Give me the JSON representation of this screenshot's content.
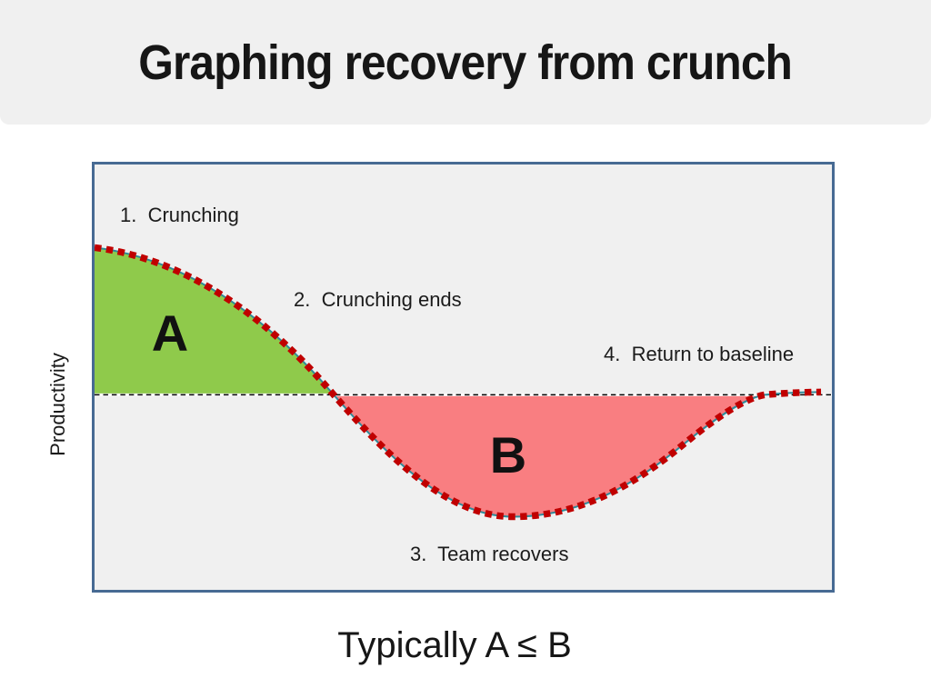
{
  "slide": {
    "title": "Graphing recovery from crunch",
    "caption": "Typically A ≤ B"
  },
  "chart": {
    "y_axis_label": "Productivity",
    "annotations": {
      "crunching": "1.  Crunching",
      "crunching_ends": "2.  Crunching ends",
      "team_recovers": "3.  Team recovers",
      "return_to_baseline": "4.  Return to baseline"
    },
    "region_labels": {
      "above": "A",
      "below": "B"
    },
    "colors": {
      "area_above": "#8fca4b",
      "area_below": "#f97e81",
      "curve_dash": "#c00000",
      "curve_underline": "#2e8b9a",
      "baseline": "#000000",
      "baseline_underlay": "#ffffff",
      "frame_border": "#476a93",
      "plot_background": "#f0f0f0",
      "band_background": "#f0f0f0"
    }
  },
  "chart_data": {
    "type": "area",
    "title": "Graphing recovery from crunch",
    "xlabel": "",
    "ylabel": "Productivity",
    "baseline": 0,
    "grid": false,
    "legend": false,
    "x": [
      0,
      1,
      2,
      3,
      3.3,
      4,
      5,
      5.7,
      7,
      8,
      9,
      9.8
    ],
    "y": [
      1.0,
      0.93,
      0.7,
      0.22,
      0,
      -0.45,
      -0.78,
      -0.82,
      -0.55,
      -0.25,
      -0.01,
      0.02
    ],
    "regions": [
      {
        "label": "A",
        "position": "above baseline",
        "color": "#8fca4b"
      },
      {
        "label": "B",
        "position": "below baseline",
        "color": "#f97e81"
      }
    ],
    "annotations": [
      "1.  Crunching",
      "2.  Crunching ends",
      "3.  Team recovers",
      "4.  Return to baseline"
    ],
    "caption": "Typically A ≤ B"
  }
}
